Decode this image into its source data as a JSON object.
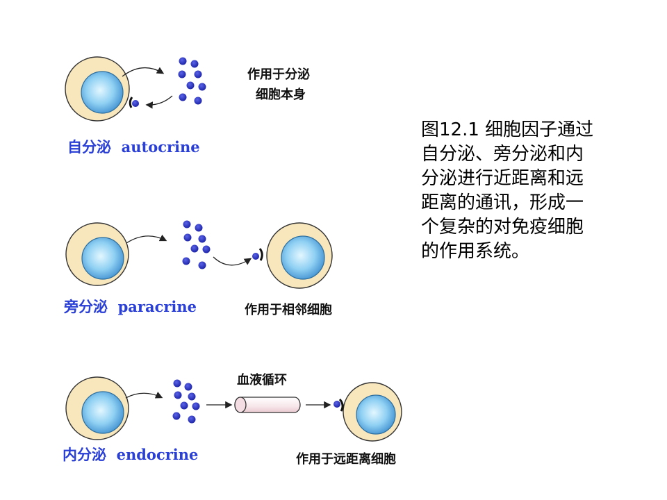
{
  "diagram": {
    "autocrine": {
      "name": "自分泌  autocrine",
      "action": [
        "作用于分泌",
        "细胞本身"
      ]
    },
    "paracrine": {
      "name": "旁分泌  paracrine",
      "action": "作用于相邻细胞"
    },
    "endocrine": {
      "name": "内分泌  endocrine",
      "action": "作用于远距离细胞",
      "transport": "血液循环"
    }
  },
  "caption": {
    "lines": [
      "图12.1 细胞因子通过",
      "自分泌、旁分泌和内",
      "分泌进行近距离和远",
      "距离的通讯，形成一",
      "个复杂的对免疫细胞",
      "的作用系统。"
    ]
  },
  "colors": {
    "cell_outer": "#f8e7bc",
    "nucleus": "#5fb3e6",
    "cytokine": "#2933c2",
    "label_blue": "#2a3fd6"
  }
}
